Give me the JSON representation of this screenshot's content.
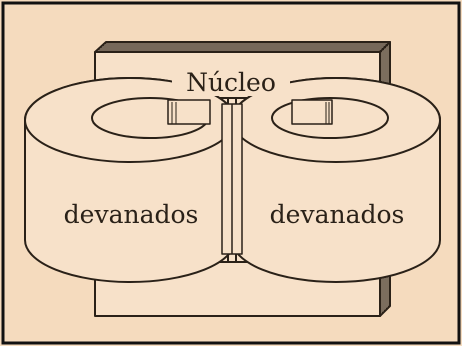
{
  "diagram": {
    "core_label": "Núcleo",
    "left_winding_label": "devanados",
    "right_winding_label": "devanados"
  },
  "colors": {
    "paper": "#f5dbbe",
    "ink": "#2a2118",
    "frame": "#111111",
    "surface": "#f7e1c9"
  }
}
